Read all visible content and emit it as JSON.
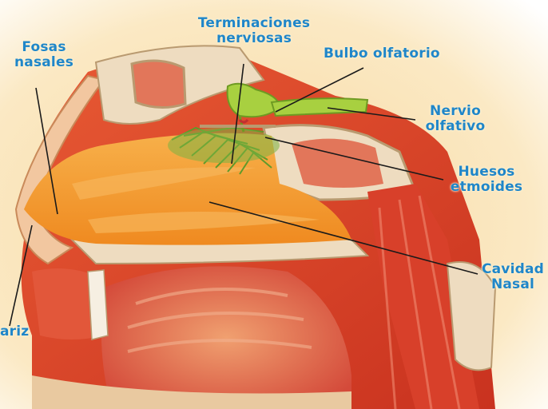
{
  "labels": {
    "fosas_nasales": [
      "Fosas",
      "nasales"
    ],
    "terminaciones": [
      "Terminaciones",
      "nerviosas"
    ],
    "bulbo": "Bulbo olfatorio",
    "nervio": [
      "Nervio",
      "olfativo"
    ],
    "huesos": [
      "Huesos",
      "etmoides"
    ],
    "cavidad": [
      "Cavidad",
      "Nasal"
    ],
    "nariz": "ariz"
  },
  "colors": {
    "label_text": "#1f86c9",
    "background": "#fbe9c4",
    "nasal_cavity": "#f39a2c",
    "tissue_red": "#e2462a",
    "bone": "#eedcc0",
    "nerve_green": "#9ccc3a",
    "leader_line": "#1a1a1a"
  }
}
